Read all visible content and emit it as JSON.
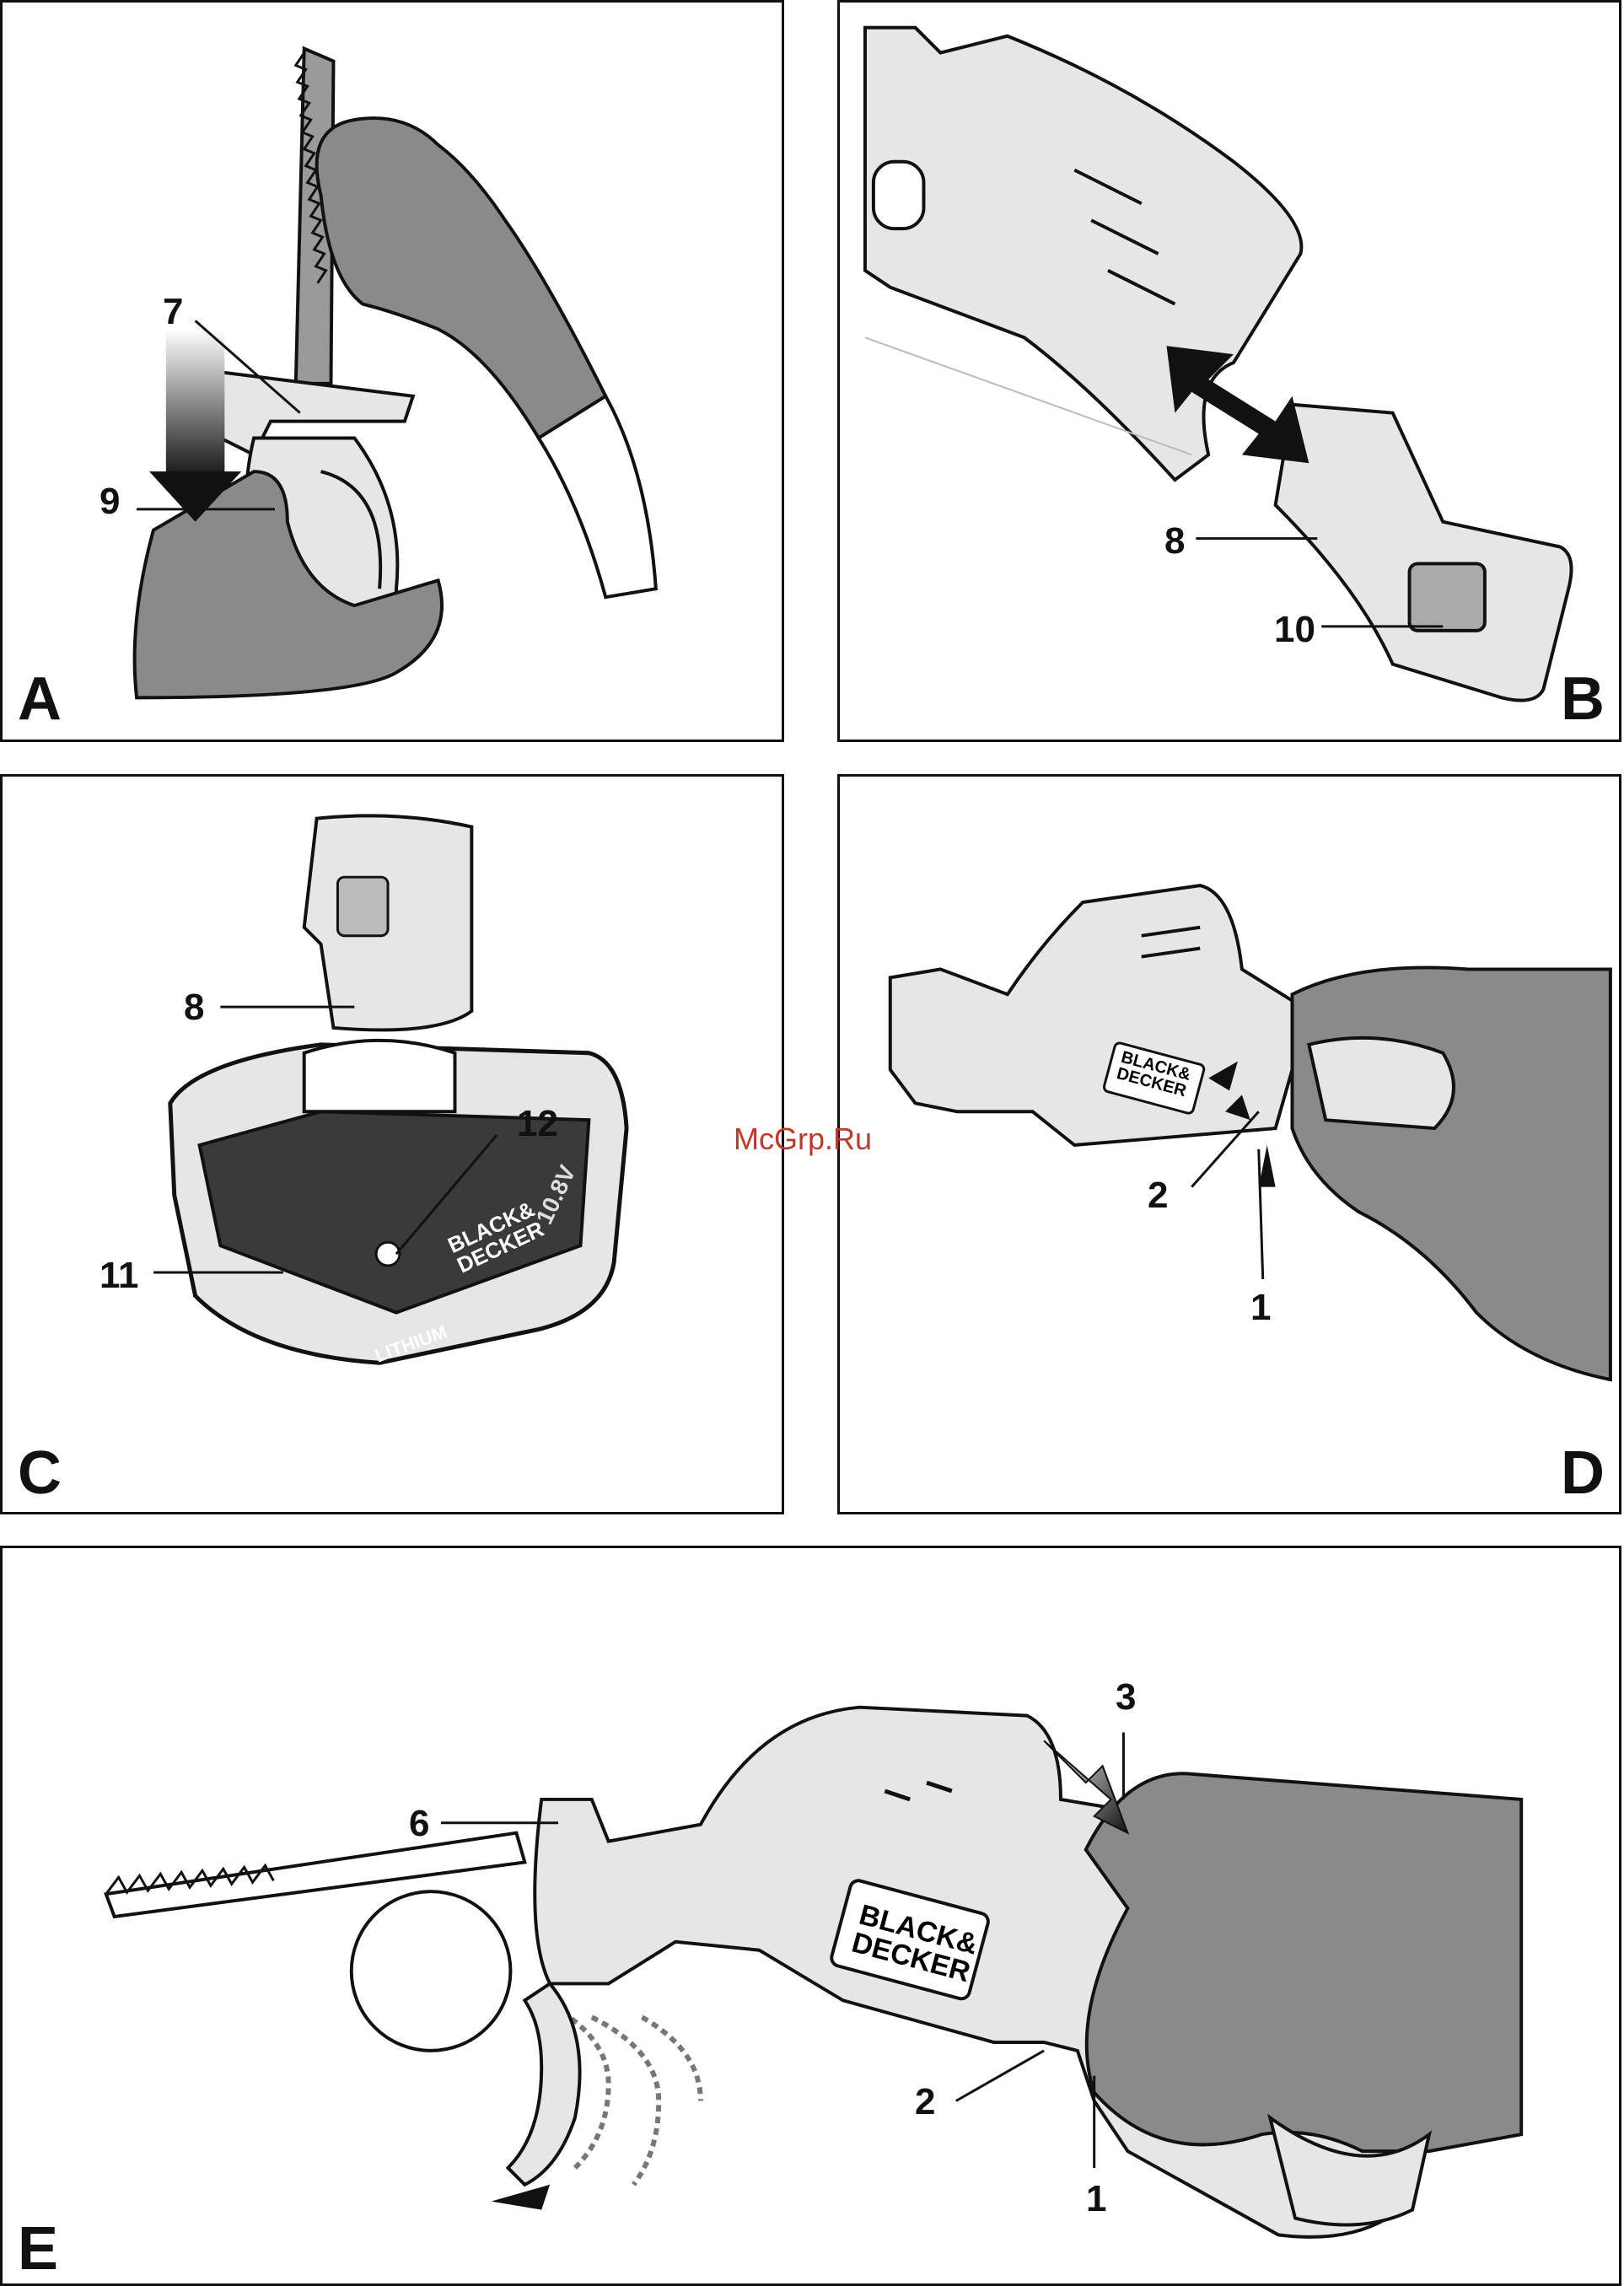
{
  "panels": {
    "A": {
      "letter": "A",
      "callouts": [
        "7",
        "9"
      ]
    },
    "B": {
      "letter": "B",
      "callouts": [
        "8",
        "10"
      ]
    },
    "C": {
      "letter": "C",
      "callouts": [
        "8",
        "12",
        "11"
      ],
      "charger_text": {
        "brand_line1": "BLACK&",
        "brand_line2": "DECKER",
        "voltage": "10.8V",
        "chemistry": "LITHIUM"
      }
    },
    "D": {
      "letter": "D",
      "callouts": [
        "2",
        "1"
      ],
      "brand_line1": "BLACK&",
      "brand_line2": "DECKER"
    },
    "E": {
      "letter": "E",
      "callouts": [
        "3",
        "6",
        "2",
        "1"
      ],
      "brand_line1": "BLACK&",
      "brand_line2": "DECKER"
    }
  },
  "watermark": "McGrp.Ru",
  "colors": {
    "glove": "#8a8a8a",
    "tool": "#e6e6e6",
    "outline": "#111111",
    "watermark": "#c0392b"
  }
}
